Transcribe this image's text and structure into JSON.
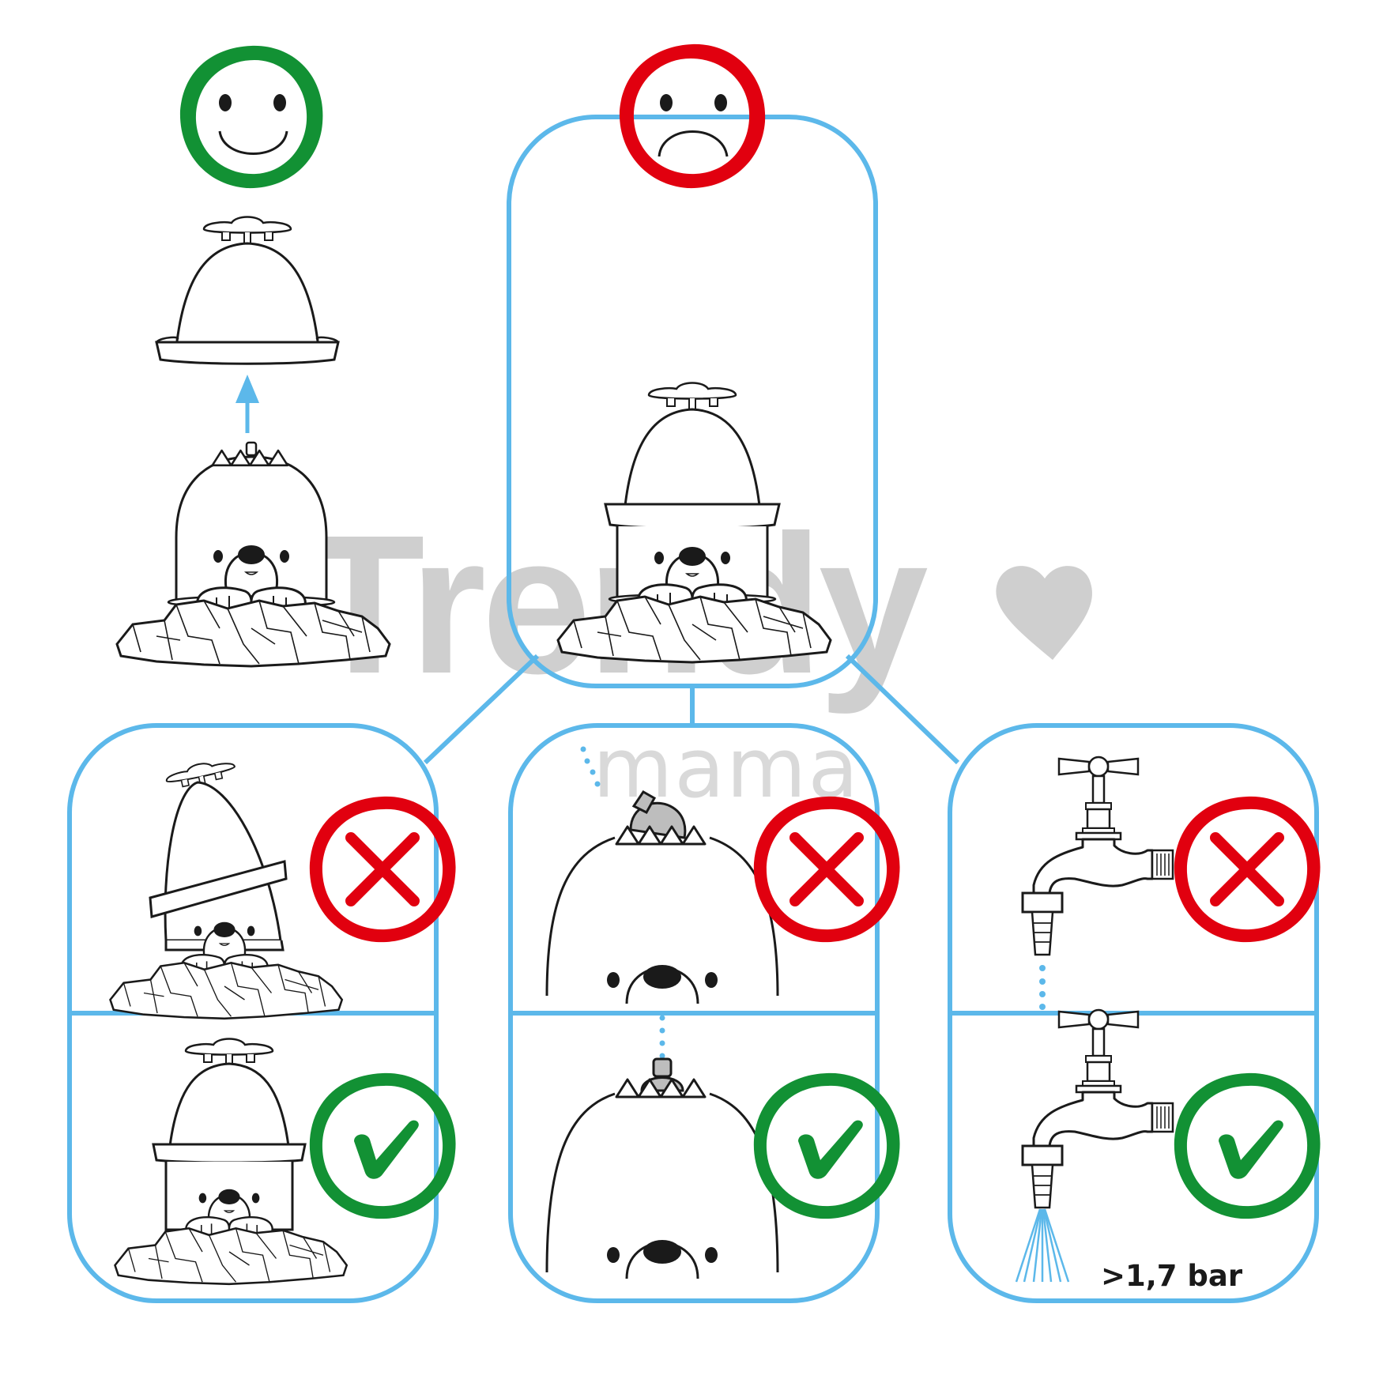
{
  "diagram": {
    "title": "Mole sprinkler assembly and usage instructions",
    "colors": {
      "frame": "#5cb8ea",
      "ok_green": "#129134",
      "bad_red": "#e1000f",
      "ink": "#1a1a1a",
      "nozzle_gray": "#bdbdbd",
      "water": "#5cb8ea"
    },
    "top_left": {
      "status_icon": "happy-face-icon",
      "status": "correct",
      "steps": [
        "sprinkler-top-cap",
        "upward-arrow",
        "mole-base"
      ]
    },
    "top_center": {
      "status_icon": "sad-face-icon",
      "status": "incorrect",
      "content": "assembled-sprinkler"
    },
    "panels": [
      {
        "name": "cap-alignment",
        "wrong": {
          "icon": "cross-icon",
          "content": "tilted-cap-on-mole"
        },
        "right": {
          "icon": "check-icon",
          "content": "straight-cap-on-mole"
        }
      },
      {
        "name": "nozzle-position",
        "wrong": {
          "icon": "cross-icon",
          "content": "bent-nozzle"
        },
        "right": {
          "icon": "check-icon",
          "content": "straight-nozzle"
        }
      },
      {
        "name": "water-pressure",
        "wrong": {
          "icon": "cross-icon",
          "content": "faucet-dripping"
        },
        "right": {
          "icon": "check-icon",
          "content": "faucet-spraying",
          "label": ">1,7 bar"
        }
      }
    ],
    "watermark": {
      "line1": "Trendy",
      "line2": "mama"
    }
  }
}
